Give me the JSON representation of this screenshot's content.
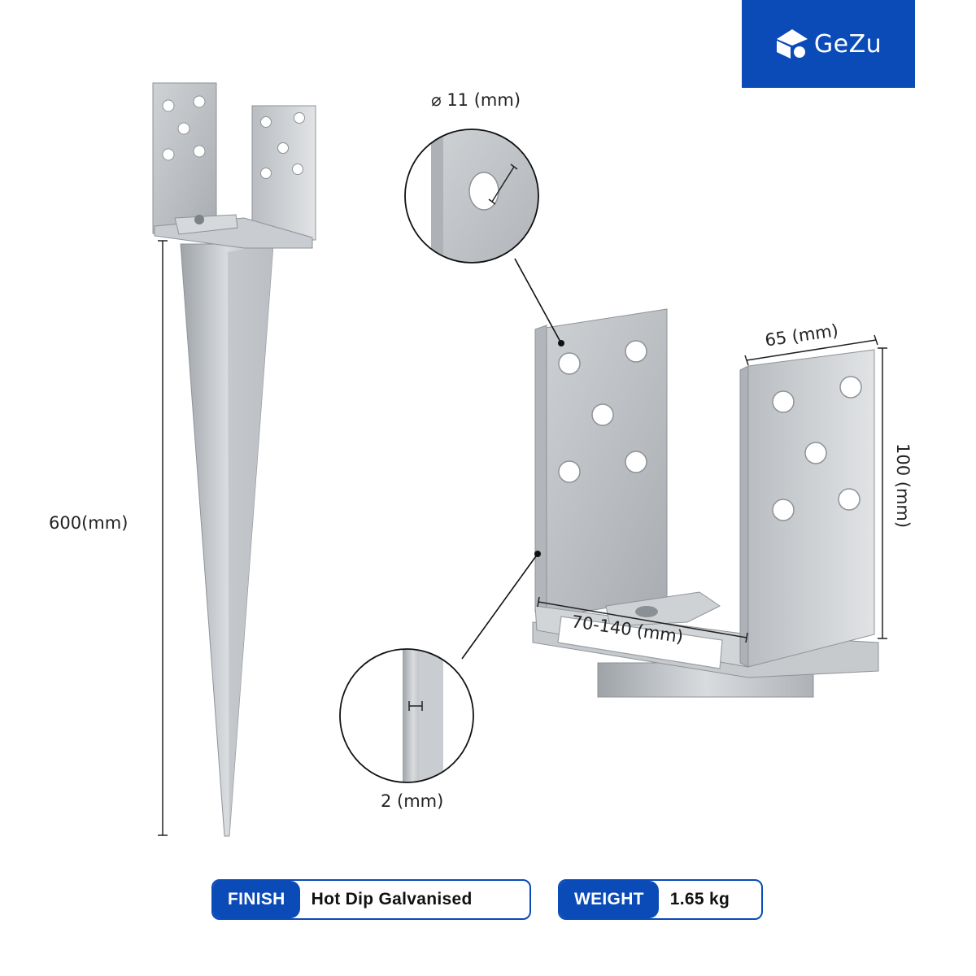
{
  "brand": {
    "name": "GeZu",
    "logo_icon": "house-cube-icon",
    "color": "#0a4bb8"
  },
  "dimensions": {
    "hole_diameter": "⌀ 11 (mm)",
    "height": "600(mm)",
    "width": "65 (mm)",
    "bracket_height": "100 (mm)",
    "adjustable_width": "70-140 (mm)",
    "thickness": "2 (mm)"
  },
  "specs": {
    "finish": {
      "label": "FINISH",
      "value": "Hot Dip Galvanised"
    },
    "weight": {
      "label": "WEIGHT",
      "value": "1.65 kg"
    }
  }
}
